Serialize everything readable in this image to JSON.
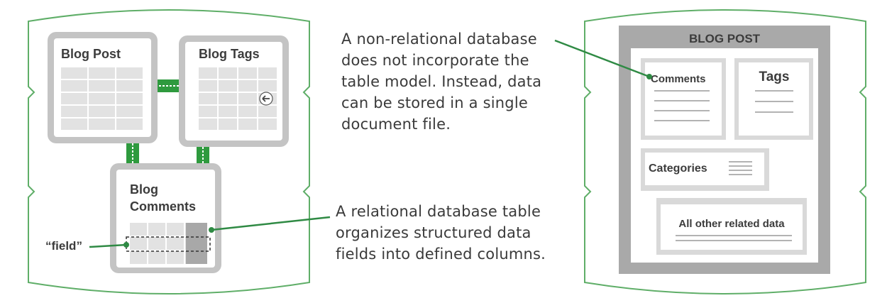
{
  "colors": {
    "green_outline": "#5fae68",
    "connector_green": "#2e9a3e",
    "leader_green": "#2f8a44",
    "table_frame": "#c4c4c4",
    "cell_fill": "#e2e2e2",
    "dark_cell": "#a8a8a8",
    "text": "#3a3a3a"
  },
  "relational": {
    "blog_post": "Blog Post",
    "blog_tags": "Blog Tags",
    "blog_comments_line1": "Blog",
    "blog_comments_line2": "Comments",
    "field_label": "“field”",
    "note": "A relational database table\norganizes structured data\nfields into defined columns."
  },
  "non_relational": {
    "title": "BLOG POST",
    "comments": "Comments",
    "tags": "Tags",
    "categories": "Categories",
    "other": "All other related data",
    "note": "A non-relational database\ndoes not incorporate the\ntable model. Instead, data\ncan be stored in a single\ndocument file."
  },
  "icons": [
    "cursor-arrow-icon"
  ]
}
